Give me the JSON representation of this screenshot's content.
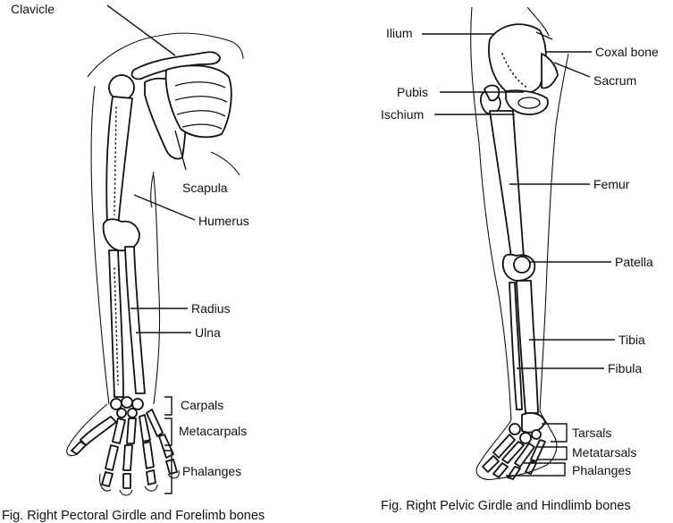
{
  "left_figure": {
    "caption": "Fig. Right Pectoral Girdle and Forelimb bones",
    "labels": {
      "clavicle": "Clavicle",
      "scapula": "Scapula",
      "humerus": "Humerus",
      "radius": "Radius",
      "ulna": "Ulna",
      "carpals": "Carpals",
      "metacarpals": "Metacarpals",
      "phalanges": "Phalanges"
    }
  },
  "right_figure": {
    "caption": "Fig. Right Pelvic Girdle and Hindlimb bones",
    "labels": {
      "ilium": "Ilium",
      "coxal_bone": "Coxal bone",
      "sacrum": "Sacrum",
      "pubis": "Pubis",
      "ischium": "Ischium",
      "femur": "Femur",
      "patella": "Patella",
      "tibia": "Tibia",
      "fibula": "Fibula",
      "tarsals": "Tarsals",
      "metatarsals": "Metatarsals",
      "phalanges": "Phalanges"
    }
  }
}
